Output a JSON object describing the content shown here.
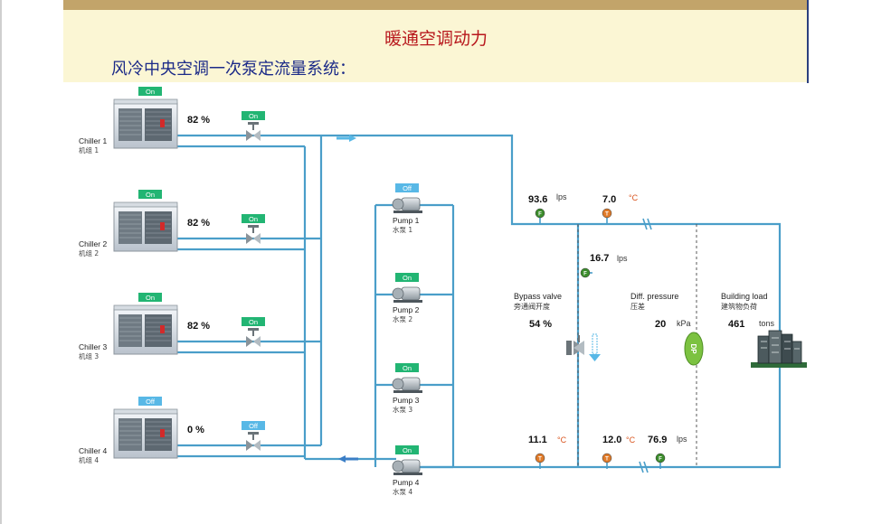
{
  "slide": {
    "title": "暖通空调动力",
    "subtitle": "风冷中央空调一次泵定流量系统："
  },
  "colors": {
    "pipe": "#4a9ec9",
    "badge_on": "#22b573",
    "badge_off": "#58b8e6",
    "title_red": "#b8181d",
    "subtitle_blue": "#1b2a88",
    "sensor_flow": "#3c8d2c",
    "sensor_temp": "#e07b2a",
    "dp_fill": "#7cc241"
  },
  "chillers": [
    {
      "label": "Chiller 1",
      "label_cn": "机组 1",
      "status": "On",
      "load": "82 %",
      "valve_status": "On"
    },
    {
      "label": "Chiller 2",
      "label_cn": "机组 2",
      "status": "On",
      "load": "82 %",
      "valve_status": "On"
    },
    {
      "label": "Chiller 3",
      "label_cn": "机组 3",
      "status": "On",
      "load": "82 %",
      "valve_status": "On"
    },
    {
      "label": "Chiller 4",
      "label_cn": "机组 4",
      "status": "Off",
      "load": "0 %",
      "valve_status": "Off"
    }
  ],
  "pumps": [
    {
      "label": "Pump 1",
      "label_cn": "水泵 1",
      "status": "Off"
    },
    {
      "label": "Pump 2",
      "label_cn": "水泵 2",
      "status": "On"
    },
    {
      "label": "Pump 3",
      "label_cn": "水泵 3",
      "status": "On"
    },
    {
      "label": "Pump 4",
      "label_cn": "水泵 4",
      "status": "On"
    }
  ],
  "readings": {
    "supply_flow": {
      "value": "93.6",
      "unit": "lps",
      "icon": "F"
    },
    "supply_temp": {
      "value": "7.0",
      "unit": "°C",
      "icon": "T"
    },
    "bypass_flow": {
      "value": "16.7",
      "unit": "lps",
      "icon": "F"
    },
    "return_temp_chiller": {
      "value": "11.1",
      "unit": "°C",
      "icon": "T"
    },
    "return_temp_load": {
      "value": "12.0",
      "unit": "°C",
      "icon": "T"
    },
    "return_flow": {
      "value": "76.9",
      "unit": "lps",
      "icon": "F"
    }
  },
  "bypass_valve": {
    "label": "Bypass valve",
    "label_cn": "旁通阀开度",
    "value": "54 %"
  },
  "diff_pressure": {
    "label": "Diff. pressure",
    "label_cn": "压差",
    "value": "20",
    "unit": "kPa",
    "icon": "DP"
  },
  "building_load": {
    "label": "Building load",
    "label_cn": "建筑物负荷",
    "value": "461",
    "unit": "tons"
  }
}
